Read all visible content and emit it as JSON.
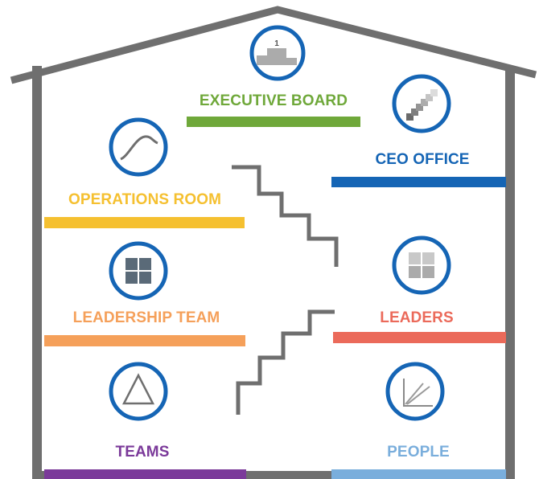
{
  "floors": [
    {
      "id": "executive-board",
      "label": "EXECUTIVE BOARD",
      "color": "#6FA83A",
      "icon": "podium-icon",
      "icon_text": "1"
    },
    {
      "id": "ceo-office",
      "label": "CEO OFFICE",
      "color": "#1565B5",
      "icon": "pencil-icon"
    },
    {
      "id": "operations-room",
      "label": "OPERATIONS ROOM",
      "color": "#F5C030",
      "icon": "curve-chart-icon"
    },
    {
      "id": "leadership-team",
      "label": "LEADERSHIP TEAM",
      "color": "#F5A05A",
      "icon": "dark-grid-icon"
    },
    {
      "id": "leaders",
      "label": "LEADERS",
      "color": "#EB6A5A",
      "icon": "light-grid-icon"
    },
    {
      "id": "teams",
      "label": "TEAMS",
      "color": "#7B3A9A",
      "icon": "triangle-icon"
    },
    {
      "id": "people",
      "label": "PEOPLE",
      "color": "#7AAEDC",
      "icon": "diagonal-lines-icon"
    }
  ],
  "colors": {
    "structure": "#6F6F6F",
    "icon_ring": "#1565B5"
  }
}
